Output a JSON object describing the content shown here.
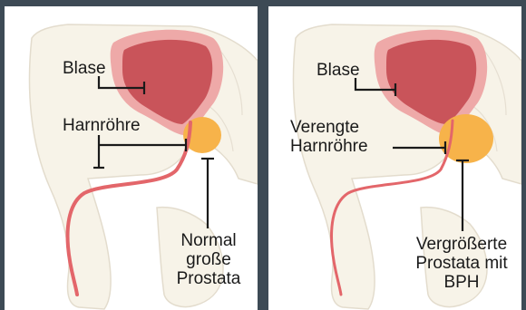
{
  "left": {
    "bladder_label": "Blase",
    "urethra_label": "Harnröhre",
    "prostate_label_lines": [
      "Normal",
      "große",
      "Prostata"
    ]
  },
  "right": {
    "bladder_label": "Blase",
    "urethra_label_lines": [
      "Verengte",
      "Harnröhre"
    ],
    "prostate_label_lines": [
      "Vergrößerte",
      "Prostata mit",
      "BPH"
    ]
  },
  "colors": {
    "background": "#3d4a55",
    "bladder": "#c9545a",
    "bladder_wall": "#eea9a8",
    "prostate": "#f7b34a",
    "urethra": "#e3666a",
    "anatomy_fill": "#f7f3e8",
    "anatomy_outline": "#e3dccd"
  }
}
